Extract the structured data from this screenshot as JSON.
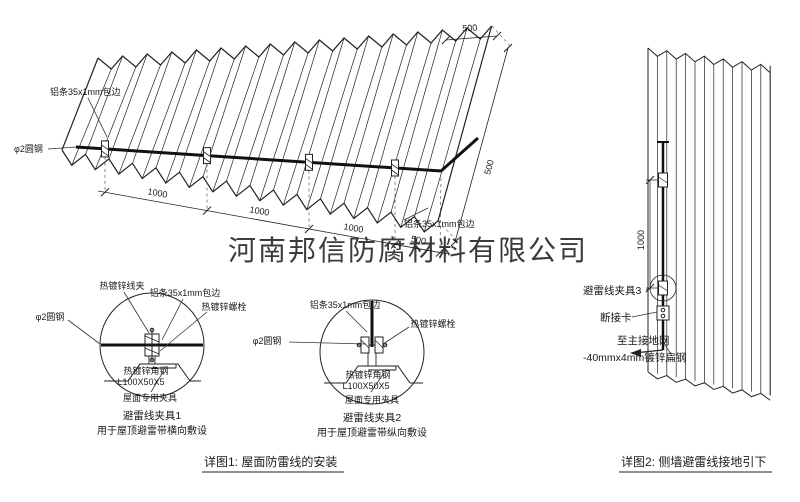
{
  "watermark": "河南邦信防腐材料有限公司",
  "roof": {
    "label_edge_top": "铝条35x1mm包边",
    "label_round_steel": "φ2圆钢",
    "label_edge_bottom": "铝条35x1mm包边",
    "dim1": "1000",
    "dim2": "1000",
    "dim3": "1000",
    "dim4": "500",
    "dim_right": "500",
    "dim_top_right": "500",
    "caption": "详图1: 屋面防雷线的安装"
  },
  "detail1": {
    "label_clamp": "热镀锌线夹",
    "label_edge": "铝条35x1mm包边",
    "label_bolt": "热镀锌螺栓",
    "label_round_steel": "φ2圆钢",
    "label_angle": "热镀锌角钢",
    "label_angle_size": "L100X50X5",
    "label_fixture": "屋面专用夹具",
    "title": "避雷线夹具1",
    "subtitle": "用于屋顶避雷带横向敷设"
  },
  "detail2": {
    "label_edge": "铝条35x1mm包边",
    "label_bolt": "热镀锌螺栓",
    "label_round_steel": "φ2圆钢",
    "label_angle": "热镀锌角钢",
    "label_angle_size": "L100X50X5",
    "label_fixture": "屋面专用夹具",
    "title": "避雷线夹具2",
    "subtitle": "用于屋顶避雷带纵向敷设"
  },
  "wall": {
    "dim_spacing": "1000",
    "label_clamp": "避雷线夹具3",
    "label_disconnect": "断接卡",
    "label_to_ground": "至主接地网",
    "label_flat_steel": "-40mmx4mm镀锌扁钢",
    "caption": "详图2: 侧墙避雷线接地引下"
  },
  "colors": {
    "line": "#1a1a1a",
    "red": "#cc2222",
    "watermark": "#9e9e9e"
  }
}
